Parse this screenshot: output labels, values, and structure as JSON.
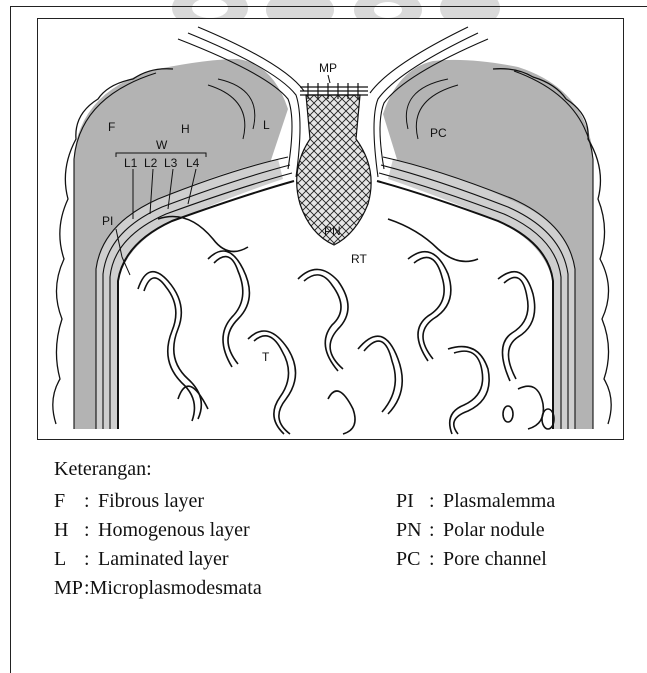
{
  "figure": {
    "labels": {
      "mp": "MP",
      "f": "F",
      "h": "H",
      "w": "W",
      "pc": "PC",
      "pi": "PI",
      "pn": "PN",
      "rt": "RT",
      "t": "T",
      "l": "L",
      "sub1": "L1",
      "sub2": "L2",
      "sub3": "L3",
      "sub4": "L4"
    }
  },
  "legend": {
    "title": "Keterangan:",
    "left": [
      {
        "abbr": "F",
        "sep": ":",
        "text": "Fibrous layer"
      },
      {
        "abbr": "H",
        "sep": ":",
        "text": "Homogenous layer"
      },
      {
        "abbr": "L",
        "sep": ":",
        "text": "Laminated layer"
      },
      {
        "abbr": "MP",
        "sep": ":",
        "text": "Microplasmodesmata"
      }
    ],
    "right": [
      {
        "abbr": "PI",
        "sep": ":",
        "text": "Plasmalemma"
      },
      {
        "abbr": "PN",
        "sep": ":",
        "text": "Polar nodule"
      },
      {
        "abbr": "PC",
        "sep": ":",
        "text": "Pore channel"
      }
    ]
  },
  "colors": {
    "gray_layer": "#b3b3b3",
    "light_gray": "#d6d6d6",
    "ink": "#111111",
    "watermark": "#d9d9d9"
  }
}
